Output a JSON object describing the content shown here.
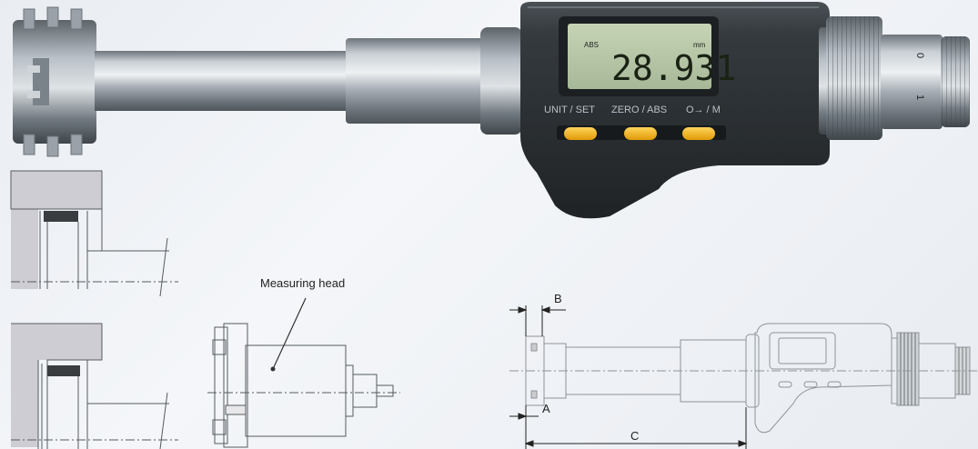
{
  "display": {
    "reading": "28.931",
    "mode_indicator": "ABS",
    "unit_indicator": "mm"
  },
  "buttons": [
    {
      "label": "UNIT / SET"
    },
    {
      "label": "ZERO / ABS"
    },
    {
      "label": "O→ / M"
    }
  ],
  "thimble_markings": [
    "0",
    "1"
  ],
  "diagram": {
    "measuring_head_callout": "Measuring head",
    "dimensions": {
      "a": "A",
      "b": "B",
      "c": "C"
    }
  },
  "colors": {
    "body": "#2e3236",
    "lcd": "#b7c7a6",
    "button": "#f2b417",
    "steel": "#a9b0b7",
    "line_drawing": "#555b60",
    "block_fill": "#cfcdd4"
  }
}
